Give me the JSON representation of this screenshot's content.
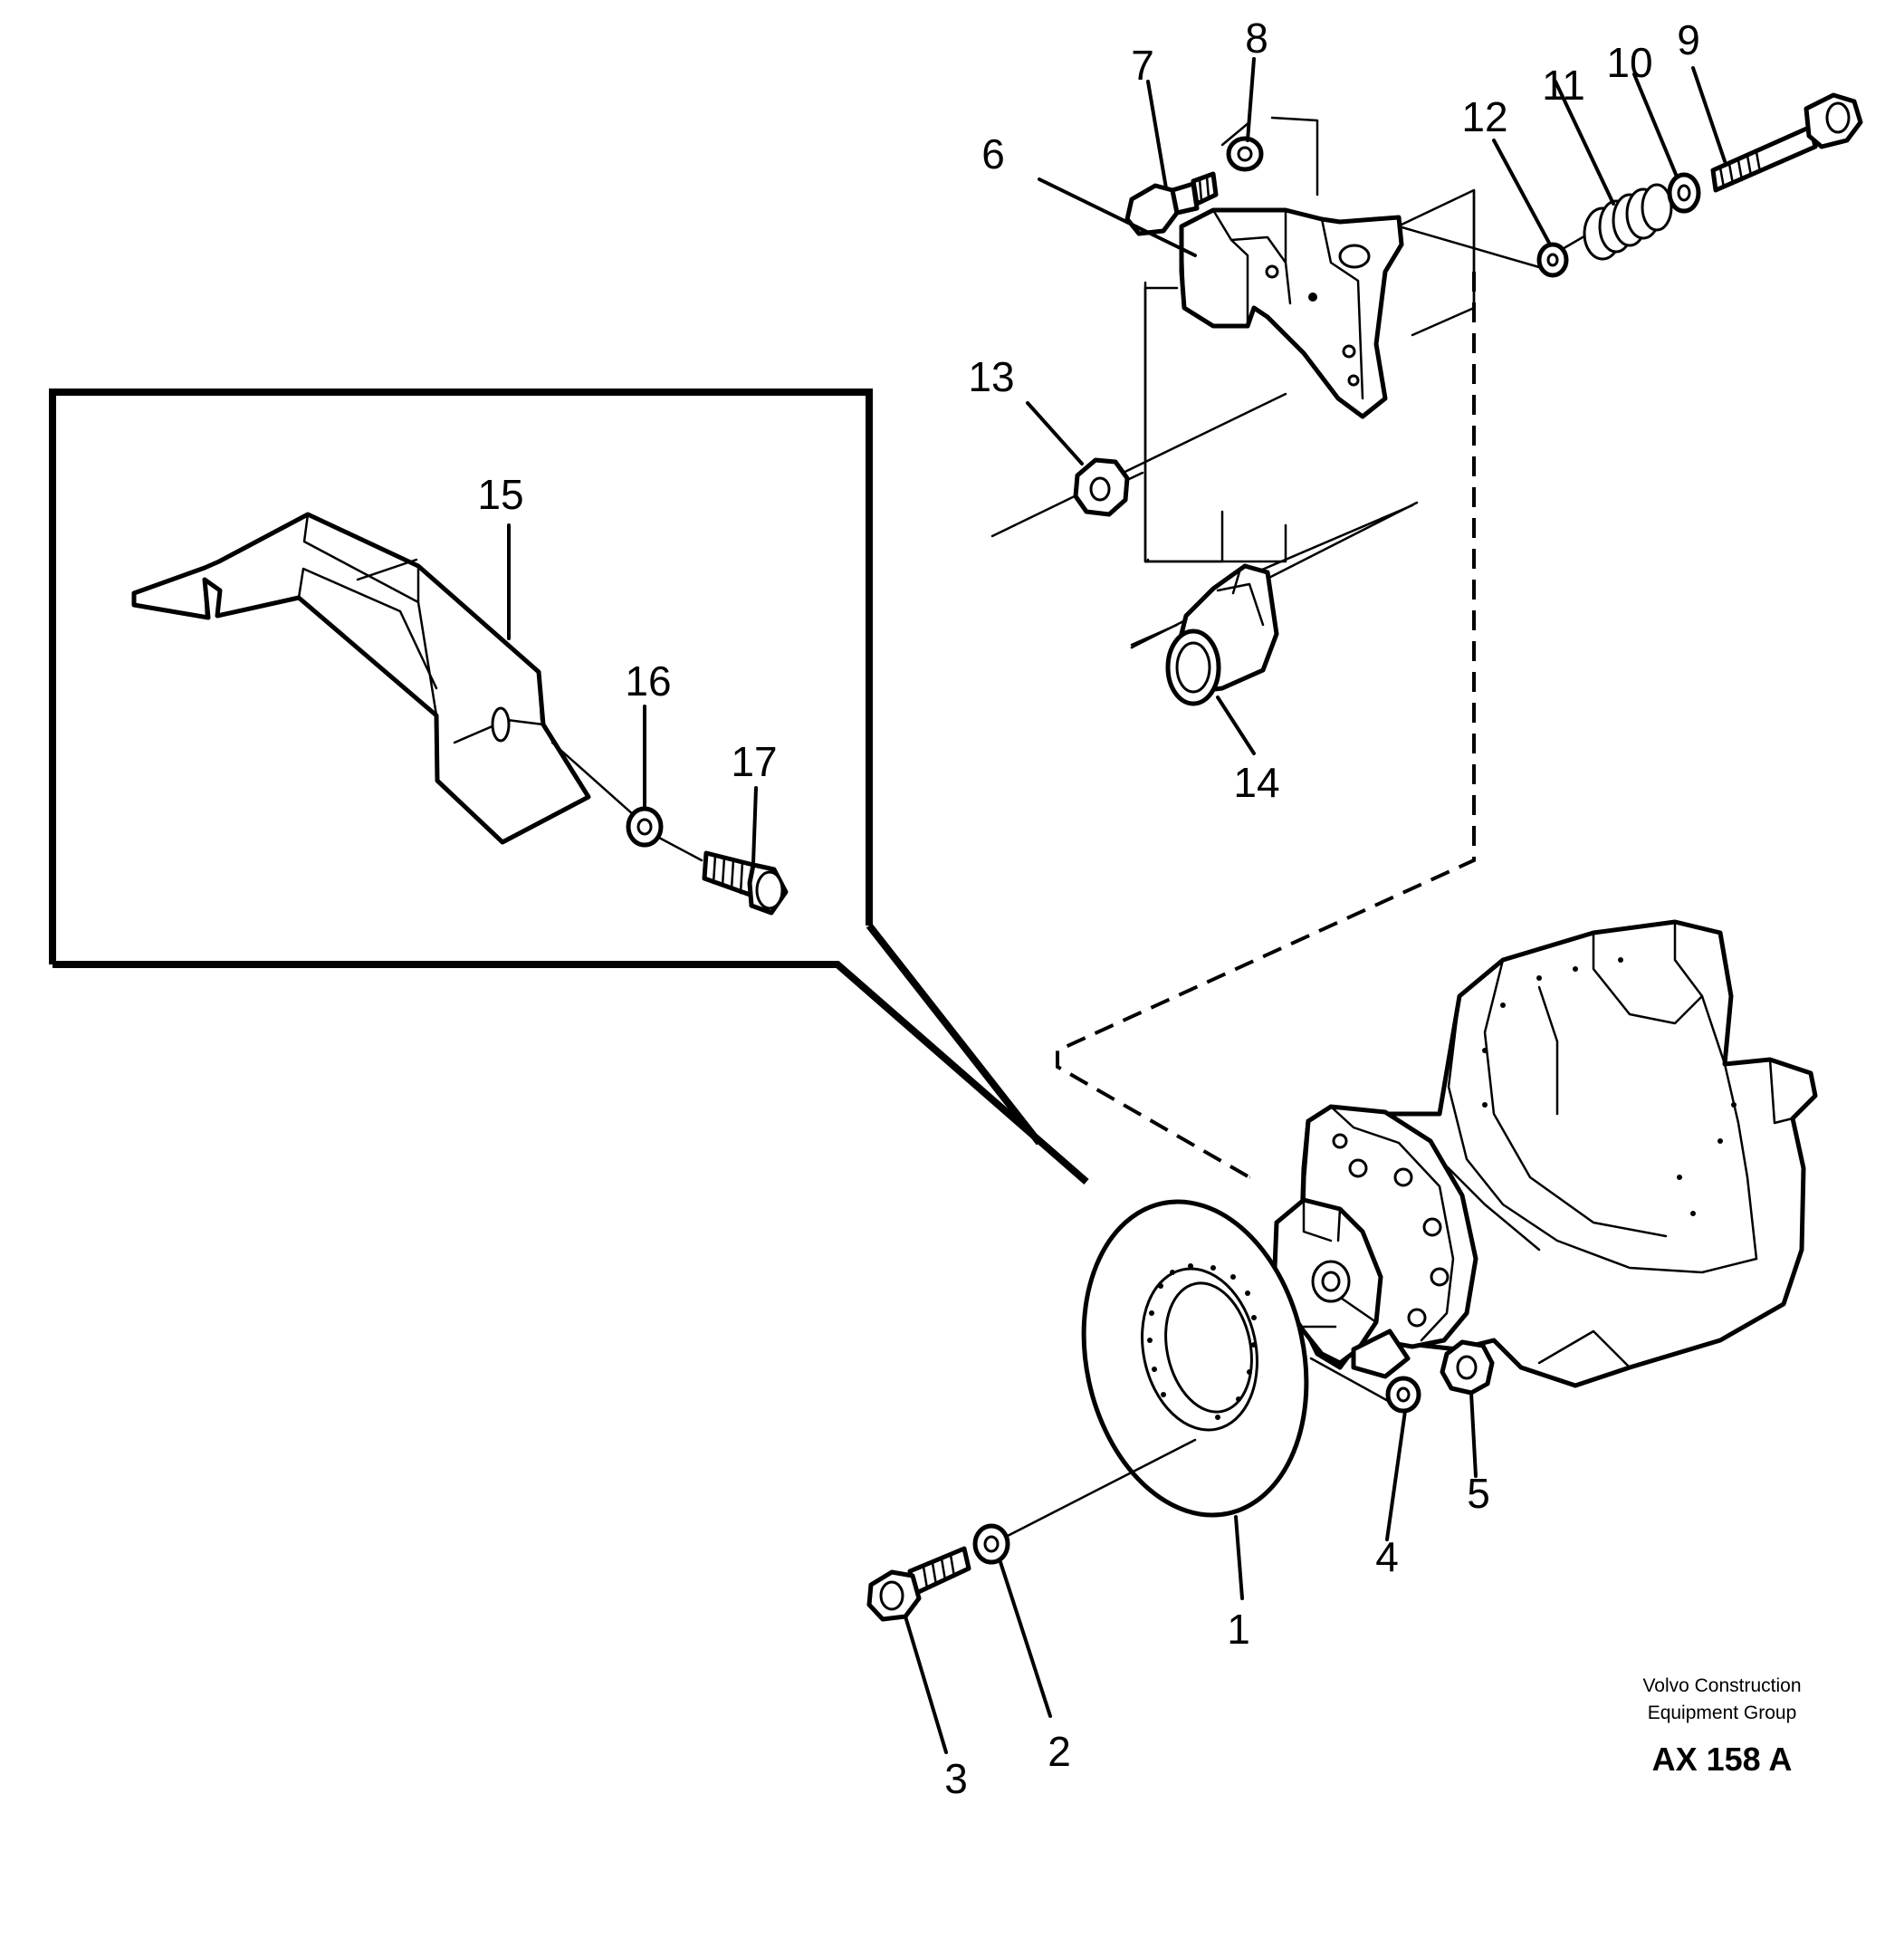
{
  "diagram": {
    "callouts": [
      {
        "id": "c1",
        "label": "1"
      },
      {
        "id": "c2",
        "label": "2"
      },
      {
        "id": "c3",
        "label": "3"
      },
      {
        "id": "c4",
        "label": "4"
      },
      {
        "id": "c5",
        "label": "5"
      },
      {
        "id": "c6",
        "label": "6"
      },
      {
        "id": "c7",
        "label": "7"
      },
      {
        "id": "c8",
        "label": "8"
      },
      {
        "id": "c9",
        "label": "9"
      },
      {
        "id": "c10",
        "label": "10"
      },
      {
        "id": "c11",
        "label": "11"
      },
      {
        "id": "c12",
        "label": "12"
      },
      {
        "id": "c13",
        "label": "13"
      },
      {
        "id": "c14",
        "label": "14"
      },
      {
        "id": "c15",
        "label": "15"
      },
      {
        "id": "c16",
        "label": "16"
      },
      {
        "id": "c17",
        "label": "17"
      }
    ],
    "credit_line1": "Volvo Construction",
    "credit_line2": "Equipment Group",
    "figure_code": "AX 158 A"
  }
}
